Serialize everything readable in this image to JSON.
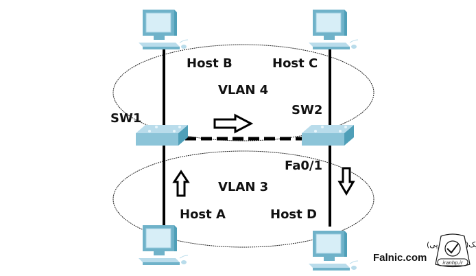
{
  "diagram": {
    "title": "VLAN trunk between two switches",
    "vlans": [
      {
        "id": "vlan4",
        "label": "VLAN 4",
        "hosts": [
          "Host B",
          "Host C"
        ]
      },
      {
        "id": "vlan3",
        "label": "VLAN 3",
        "hosts": [
          "Host A",
          "Host D"
        ]
      }
    ],
    "switches": [
      {
        "id": "sw1",
        "label": "SW1"
      },
      {
        "id": "sw2",
        "label": "SW2"
      }
    ],
    "hosts": {
      "host_a": "Host A",
      "host_b": "Host B",
      "host_c": "Host C",
      "host_d": "Host D"
    },
    "port_label": "Fa0/1",
    "links": [
      {
        "from": "Host B",
        "to": "SW1",
        "style": "solid"
      },
      {
        "from": "Host A",
        "to": "SW1",
        "style": "solid"
      },
      {
        "from": "Host C",
        "to": "SW2",
        "style": "solid"
      },
      {
        "from": "Host D",
        "to": "SW2",
        "style": "solid"
      },
      {
        "from": "SW1",
        "to": "SW2",
        "style": "dashed",
        "type": "trunk"
      }
    ],
    "arrows": [
      {
        "id": "arrow-host-a-up",
        "direction": "up"
      },
      {
        "id": "arrow-trunk-right",
        "direction": "right"
      },
      {
        "id": "arrow-host-d-down",
        "direction": "down"
      }
    ],
    "colors": {
      "device_light": "#b9dceb",
      "device_mid": "#8cc4d8",
      "device_dark": "#4f9fb8",
      "line": "#000000"
    }
  },
  "watermark": {
    "brand": "Falnic.com",
    "persian_text": "فالنیک(ایران اچ پی)",
    "badge_text": "iranhp.ir"
  }
}
